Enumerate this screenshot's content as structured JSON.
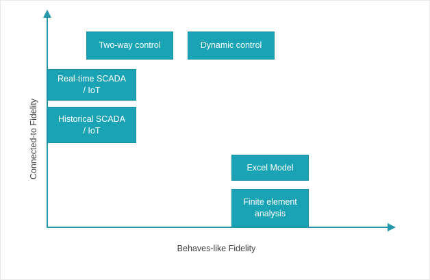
{
  "diagram": {
    "title_present": false,
    "colors": {
      "box_fill": "#1AA3B4",
      "box_border": "#1892A2",
      "axis": "#2497A8",
      "label_text": "#404040",
      "box_text": "#FFFFFF",
      "background": "#FFFFFF"
    },
    "axes": {
      "x_label": "Behaves-like Fidelity",
      "y_label": "Connected-to Fidelity",
      "x_arrow": "arrow-right",
      "y_arrow": "arrow-up"
    },
    "nodes": [
      {
        "id": "two-way-control",
        "label": "Two-way control",
        "line1": "Two-way control",
        "line2": ""
      },
      {
        "id": "dynamic-control",
        "label": "Dynamic control",
        "line1": "Dynamic control",
        "line2": ""
      },
      {
        "id": "realtime-scada",
        "label": "Real-time SCADA / IoT",
        "line1": "Real-time SCADA",
        "line2": "/ IoT"
      },
      {
        "id": "historical-scada",
        "label": "Historical SCADA / IoT",
        "line1": "Historical SCADA",
        "line2": "/ IoT"
      },
      {
        "id": "excel-model",
        "label": "Excel Model",
        "line1": "Excel Model",
        "line2": ""
      },
      {
        "id": "finite-element",
        "label": "Finite element analysis",
        "line1": "Finite element",
        "line2": "analysis"
      }
    ]
  }
}
